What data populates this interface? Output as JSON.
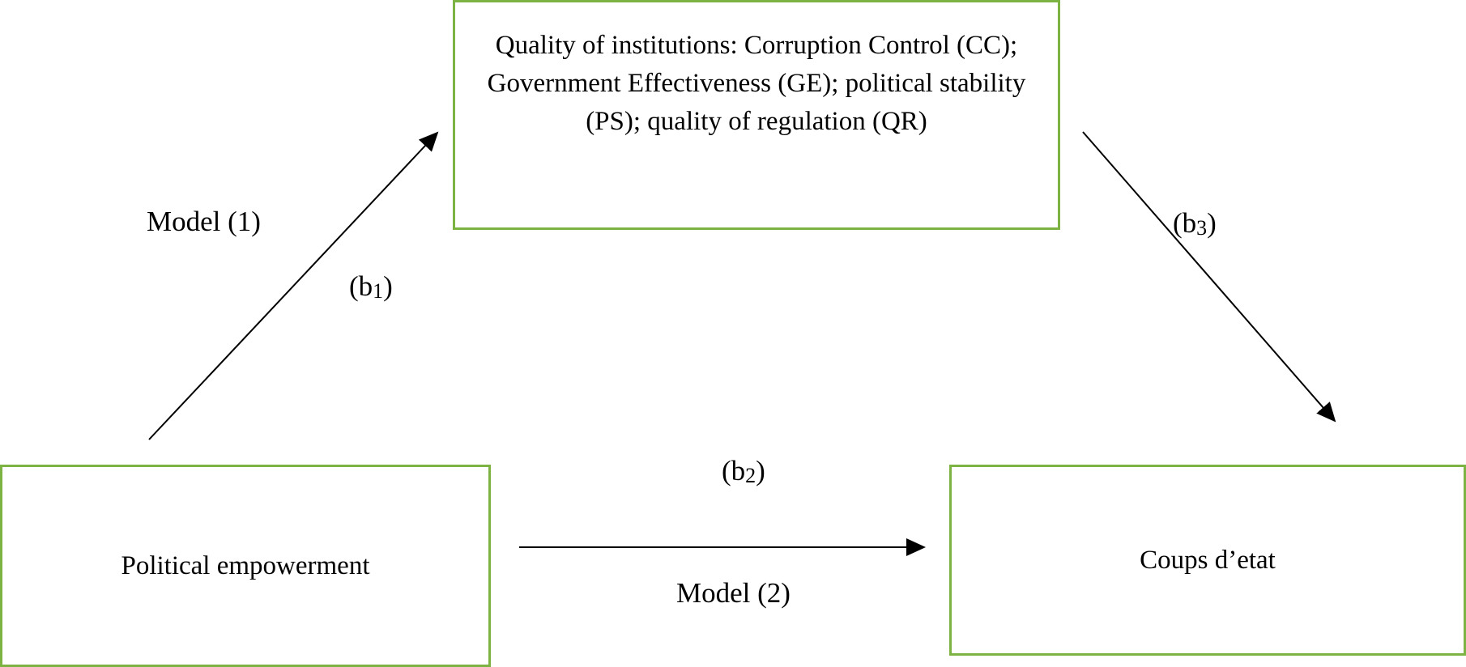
{
  "diagram": {
    "nodes": {
      "institutions": {
        "text": "Quality of institutions: Corruption Control (CC); Government Effectiveness (GE); political stability (PS); quality of regulation (QR)"
      },
      "empowerment": {
        "text": "Political empowerment"
      },
      "coups": {
        "text": "Coups d’etat"
      }
    },
    "labels": {
      "model1": "Model (1)",
      "model2": "Model (2)",
      "b1": {
        "prefix": "(b",
        "sub": "1",
        "suffix": ")"
      },
      "b2": {
        "prefix": "(b",
        "sub": "2",
        "suffix": ")"
      },
      "b3": {
        "prefix": "(b",
        "sub": "3",
        "suffix": ")"
      }
    },
    "edges": [
      {
        "from": "empowerment",
        "to": "institutions",
        "label": "b1"
      },
      {
        "from": "empowerment",
        "to": "coups",
        "label": "b2"
      },
      {
        "from": "institutions",
        "to": "coups",
        "label": "b3"
      }
    ],
    "colors": {
      "box_border": "#7cb342",
      "arrow": "#000000"
    }
  }
}
